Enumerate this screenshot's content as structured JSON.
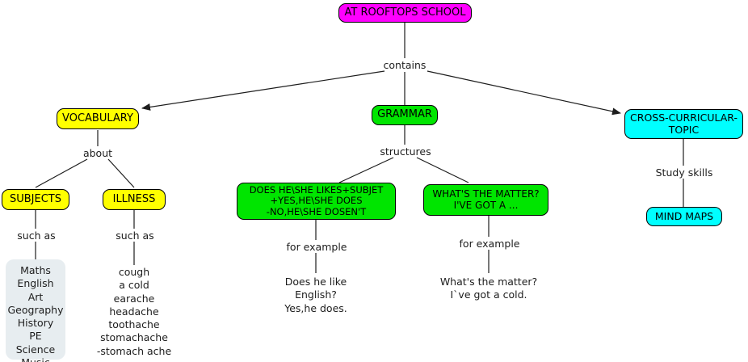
{
  "map": {
    "title": "AT ROOFTOPS SCHOOL",
    "background": "#ffffff",
    "colors": {
      "root": "#ff00ff",
      "vocabulary": "#ffff00",
      "grammar": "#00e500",
      "cross_curricular": "#00ffff",
      "plain_box": "#e7edf0",
      "line": "#1d1d1d"
    }
  },
  "nodes": {
    "root": "AT ROOFTOPS SCHOOL",
    "vocabulary": "VOCABULARY",
    "grammar": "GRAMMAR",
    "cross_curricular": "CROSS-CURRICULAR-\nTOPIC",
    "subjects": "SUBJECTS",
    "illness": "ILLNESS",
    "structure_likes": "DOES HE\\SHE LIKES+SUBJET\n+YES,HE\\SHE DOES\n-NO,HE\\SHE DOSEN'T",
    "structure_matter": "WHAT'S THE MATTER?\nI'VE GOT A ...",
    "mind_maps": "MIND MAPS"
  },
  "link_labels": {
    "contains": "contains",
    "about": "about",
    "structures": "structures",
    "such_as_subjects": "such as",
    "such_as_illness": "such as",
    "for_example_likes": "for example",
    "for_example_matter": "for example",
    "study_skills": "Study skills"
  },
  "lists": {
    "subjects": "Maths\nEnglish\nArt\nGeography\nHistory\nPE\nScience\nMusic",
    "illness": "cough\na cold\nearache\nheadache\ntoothache\nstomachache\n-stomach ache",
    "example_likes": "Does he like\nEnglish?\nYes,he does.",
    "example_matter": "What's the matter?\nI`ve got a cold."
  }
}
